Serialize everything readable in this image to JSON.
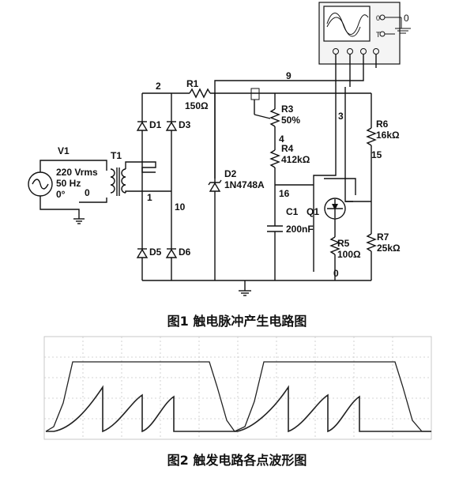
{
  "circuit": {
    "source": {
      "name": "V1",
      "voltage": "220 Vrms",
      "freq": "50 Hz",
      "phase": "0°"
    },
    "transformer": "T1",
    "diodes": {
      "d1": "D1",
      "d3": "D3",
      "d5": "D5",
      "d6": "D6"
    },
    "zener": {
      "name": "D2",
      "part": "1N4748A"
    },
    "r1": {
      "name": "R1",
      "value": "150Ω"
    },
    "r3": {
      "name": "R3",
      "value": "50%"
    },
    "r4": {
      "name": "R4",
      "value": "412kΩ"
    },
    "r5": {
      "name": "R5",
      "value": "100Ω"
    },
    "r6": {
      "name": "R6",
      "value": "16kΩ"
    },
    "r7": {
      "name": "R7",
      "value": "25kΩ"
    },
    "c1": {
      "name": "C1",
      "value": "200nF"
    },
    "q1": "Q1",
    "nodes": {
      "n0a": "0",
      "n1": "1",
      "n2": "2",
      "n9": "9",
      "n3": "3",
      "n4": "4",
      "n10": "10",
      "n16": "16",
      "n15": "15",
      "n0b": "0"
    },
    "scope": {
      "o_label": "0",
      "t_label": "T",
      "zero": "0"
    }
  },
  "captions": {
    "fig1": "图1  触电脉冲产生电路图",
    "fig2": "图2  触发电路各点波形图"
  }
}
